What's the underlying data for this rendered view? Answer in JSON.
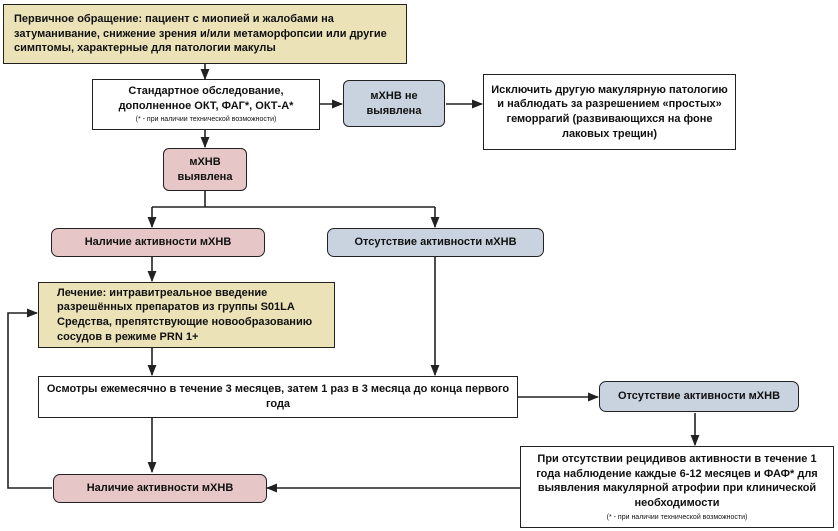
{
  "colors": {
    "yellow": "#ece2b8",
    "pink": "#e6c6c6",
    "blue": "#c9d3e0",
    "line": "#222222"
  },
  "boxes": {
    "initial": "Первичное обращение: пациент с миопией и жалобами на затуманивание, снижение зрения и/или метаморфопсии или другие симптомы, характерные для патологии макулы",
    "standard_exam": "Стандартное обследование, дополненное ОКТ, ФАГ*, ОКТ-А*",
    "standard_exam_note": "(* - при наличии технической возможности)",
    "not_detected": "мХНВ не выявлена",
    "exclude_other": "Исключить другую макулярную патологию и наблюдать за разрешением «простых» геморрагий (развивающихся на фоне лаковых трещин)",
    "detected": "мХНВ выявлена",
    "activity_present": "Наличие активности мХНВ",
    "activity_absent": "Отсутствие активности мХНВ",
    "treatment": "Лечение: интравитреальное введение разрешённых препаратов из группы S01LA Средства, препятствующие новообразованию сосудов в режиме PRN 1+",
    "monitoring": "Осмотры ежемесячно в течение 3 месяцев, затем 1 раз в 3 месяца до конца первого года",
    "activity_absent_2": "Отсутствие активности мХНВ",
    "followup": "При отсутствии рецидивов активности в течение 1 года наблюдение каждые 6-12 месяцев и ФАФ* для выявления макулярной атрофии при клинической необходимости",
    "followup_note": "(* - при наличии технической возможности)",
    "activity_present_2": "Наличие активности мХНВ"
  }
}
